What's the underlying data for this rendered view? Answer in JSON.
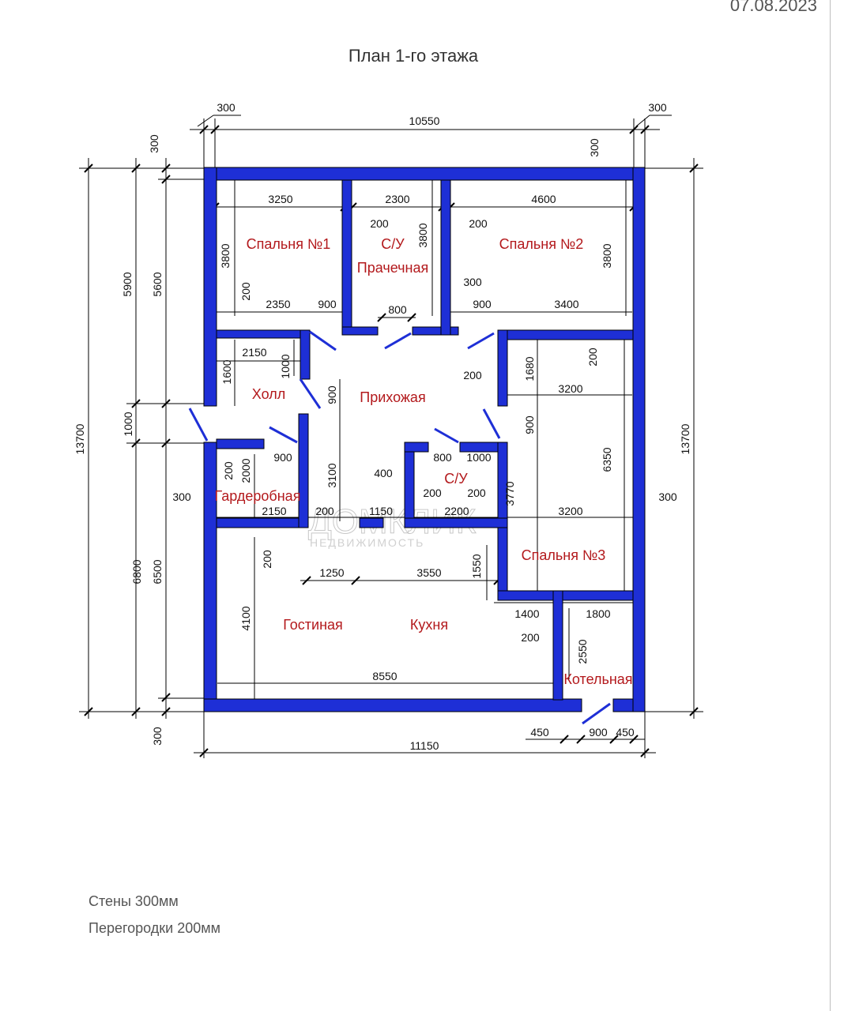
{
  "header": {
    "date": "07.08.2023",
    "title": "План 1-го этажа"
  },
  "rooms": {
    "bedroom1": "Спальня №1",
    "bath1": "С/У",
    "laundry": "Прачечная",
    "bedroom2": "Спальня №2",
    "hall": "Холл",
    "entry": "Прихожая",
    "bath2": "С/У",
    "wardrobe": "Гардеробная",
    "bedroom3": "Спальня №3",
    "living": "Гостиная",
    "kitchen": "Кухня",
    "boiler": "Котельная"
  },
  "dims": {
    "top_300_left": "300",
    "top_10550": "10550",
    "top_300_right": "300",
    "right_300_top": "300",
    "left_300_top": "300",
    "d3250": "3250",
    "d2300": "2300",
    "d4600": "4600",
    "d200_a": "200",
    "d200_b": "200",
    "d3800_a": "3800",
    "d3800_b": "3800",
    "d3800_c": "3800",
    "d5900": "5900",
    "d5600": "5600",
    "d13700_l": "13700",
    "d13700_r": "13700",
    "d200_c": "200",
    "d2350": "2350",
    "d900_a": "900",
    "d800_a": "800",
    "d300_a": "300",
    "d900_b": "900",
    "d3400": "3400",
    "d2150_a": "2150",
    "d1000_a": "1000",
    "d1600": "1600",
    "d900_c": "900",
    "d200_d": "200",
    "d1680": "1680",
    "d3200_a": "3200",
    "d200_e": "200",
    "d1000_b": "1000",
    "d900_d": "900",
    "d6350": "6350",
    "d2000": "2000",
    "d200_f": "200",
    "d900_e": "900",
    "d800_b": "800",
    "d1000_c": "1000",
    "d400": "400",
    "d3100": "3100",
    "d3770": "3770",
    "d300_left": "300",
    "d300_right": "300",
    "d200_g": "200",
    "d200_h": "200",
    "d2150_b": "2150",
    "d200_i": "200",
    "d1150": "1150",
    "d2200": "2200",
    "d3200_b": "3200",
    "d200_j": "200",
    "d1250": "1250",
    "d3550": "3550",
    "d1550": "1550",
    "d6800": "6800",
    "d6500": "6500",
    "d1400": "1400",
    "d1800": "1800",
    "d4100": "4100",
    "d200_k": "200",
    "d2550": "2550",
    "d8550": "8550",
    "d300_bottom": "300",
    "d450_a": "450",
    "d900_f": "900",
    "d450_b": "450",
    "d11150": "11150"
  },
  "notes": {
    "walls": "Стены 300мм",
    "partitions": "Перегородки 200мм"
  },
  "watermark": {
    "brand": "ДОМКЛИК",
    "sub": "НЕДВИЖИМОСТЬ"
  }
}
